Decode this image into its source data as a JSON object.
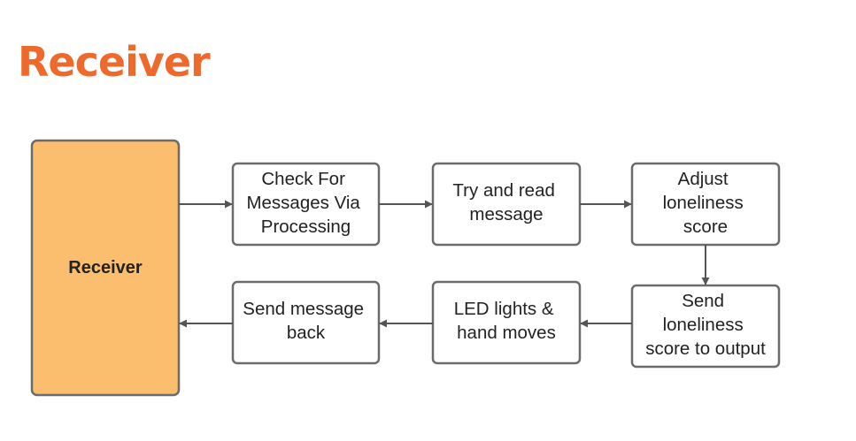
{
  "slide": {
    "title": "Receiver",
    "title_color": "#ee6a2c"
  },
  "diagram": {
    "receiver": {
      "label": "Receiver",
      "fill_color": "#fbbd6e"
    },
    "nodes": {
      "check_messages": [
        "Check For",
        "Messages Via",
        "Processing"
      ],
      "read_message": [
        "Try and read",
        "message"
      ],
      "adjust_score": [
        "Adjust",
        "loneliness",
        "score"
      ],
      "send_score": [
        "Send",
        "loneliness",
        "score to output"
      ],
      "led_hand": [
        "LED lights &",
        "hand moves"
      ],
      "send_back": [
        "Send message",
        "back"
      ]
    },
    "edges": [
      {
        "from": "receiver",
        "to": "check_messages"
      },
      {
        "from": "check_messages",
        "to": "read_message"
      },
      {
        "from": "read_message",
        "to": "adjust_score"
      },
      {
        "from": "adjust_score",
        "to": "send_score"
      },
      {
        "from": "send_score",
        "to": "led_hand"
      },
      {
        "from": "led_hand",
        "to": "send_back"
      },
      {
        "from": "send_back",
        "to": "receiver"
      }
    ],
    "line_color": "#555555",
    "box_border_color": "#6b6b6b"
  }
}
